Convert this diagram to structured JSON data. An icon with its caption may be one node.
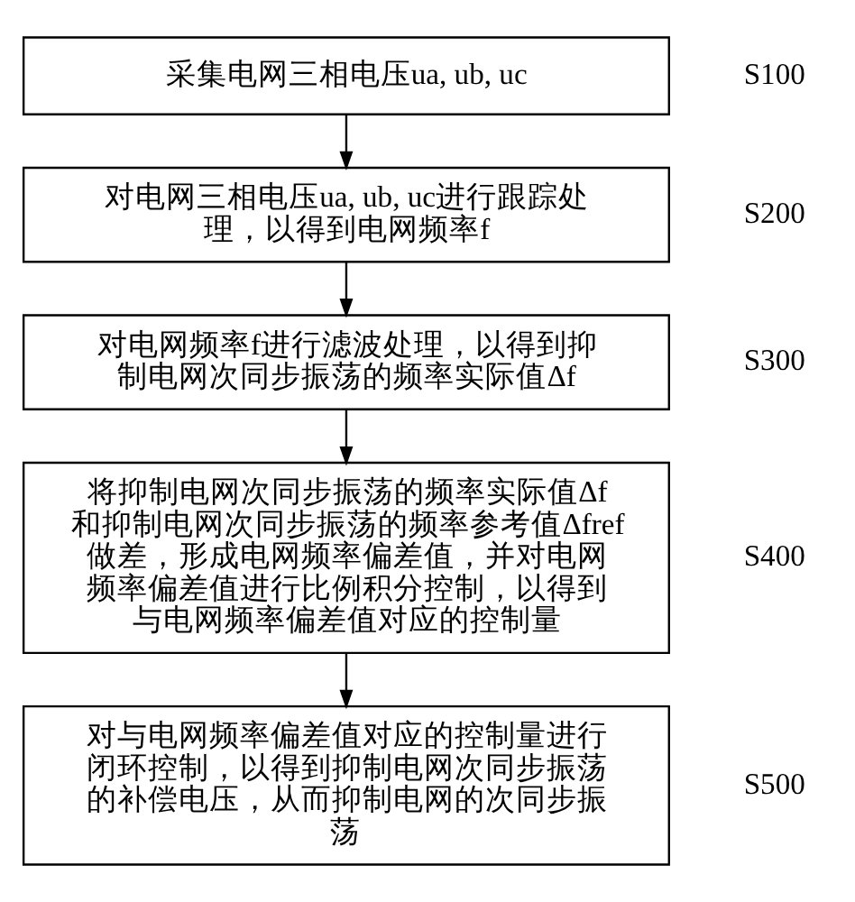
{
  "diagram": {
    "nodes": [
      {
        "text": [
          "采集电网三相电压ua, ub, uc"
        ],
        "beside": [
          "S100"
        ]
      },
      {
        "text": [
          "对电网三相电压ua, ub, uc进行跟踪处理，以得到电网频率f"
        ],
        "beside": [
          "S200"
        ]
      },
      {
        "text": [
          "对电网频率f进行滤波处理，以得到抑制电网次同步振荡的频率实际值Δf"
        ],
        "beside": [
          "S300"
        ]
      },
      {
        "text": [
          "将抑制电网次同步振荡的频率实际值Δf和抑制电网次同步振荡的频率参考值Δfref做差，形成电网频率偏差值，并对电网频率偏差值进行比例积分控制，以得到与电网频率偏差值对应的控制量"
        ],
        "beside": [
          "S400"
        ]
      },
      {
        "text": [
          "对与电网频率偏差值对应的控制量进行闭环控制，以得到抑制电网次同步振荡的补偿电压，从而抑制电网的次同步振荡"
        ],
        "beside": [
          "S500"
        ]
      }
    ],
    "edges": [
      {
        "from": 0,
        "to": 1,
        "arrow": "to"
      },
      {
        "from": 1,
        "to": 2,
        "arrow": "to"
      },
      {
        "from": 2,
        "to": 3,
        "arrow": "to"
      },
      {
        "from": 3,
        "to": 4,
        "arrow": "to"
      }
    ]
  }
}
